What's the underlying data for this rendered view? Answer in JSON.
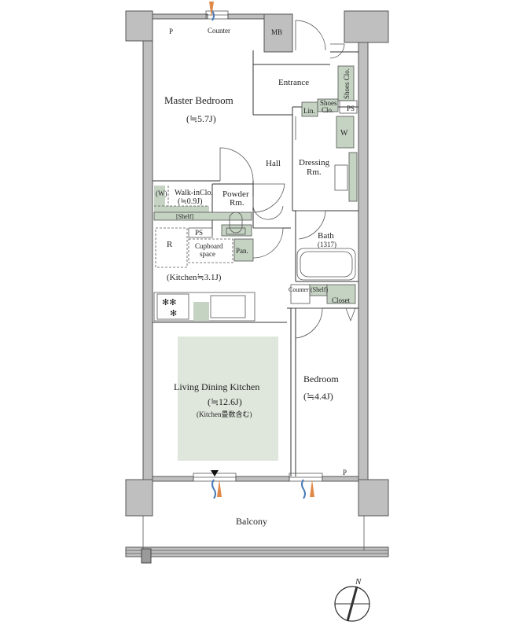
{
  "rooms": {
    "master_bedroom": "Master Bedroom",
    "master_bedroom_size": "(≒5.7J)",
    "entrance": "Entrance",
    "hall": "Hall",
    "walkin_closet": "Walk-inClo.",
    "walkin_closet_size": "(≒0.9J)",
    "w_small": "(W)",
    "shelf": "[Shelf]",
    "powder_rm_1": "Powder",
    "powder_rm_2": "Rm.",
    "dressing_rm_1": "Dressing",
    "dressing_rm_2": "Rm.",
    "bath": "Bath",
    "bath_size": "(1317)",
    "kitchen": "(Kitchen≒3.1J)",
    "refrigerator": "R",
    "cupboard_1": "Cupboard",
    "cupboard_2": "space",
    "pantry": "Pan.",
    "ldk": "Living Dining Kitchen",
    "ldk_size": "(≒12.6J)",
    "ldk_note": "(Kitchen畳数含む)",
    "bedroom": "Bedroom",
    "bedroom_size": "(≒4.4J)",
    "balcony": "Balcony"
  },
  "fixtures": {
    "counter_top": "Counter",
    "mb": "MB",
    "p_top": "P",
    "p_bottom": "P",
    "ps_kitchen": "PS",
    "ps_entrance": "PS",
    "shoes_clo_1_a": "Shoes Clo.",
    "shoes_clo_2_a": "Shoes",
    "shoes_clo_2_b": "Clo.",
    "linen": "Lin.",
    "washer": "W",
    "counter_bedroom": "Counter",
    "shelf_bedroom": "(Shelf)",
    "closet": "Closet"
  },
  "compass": {
    "north": "N"
  }
}
